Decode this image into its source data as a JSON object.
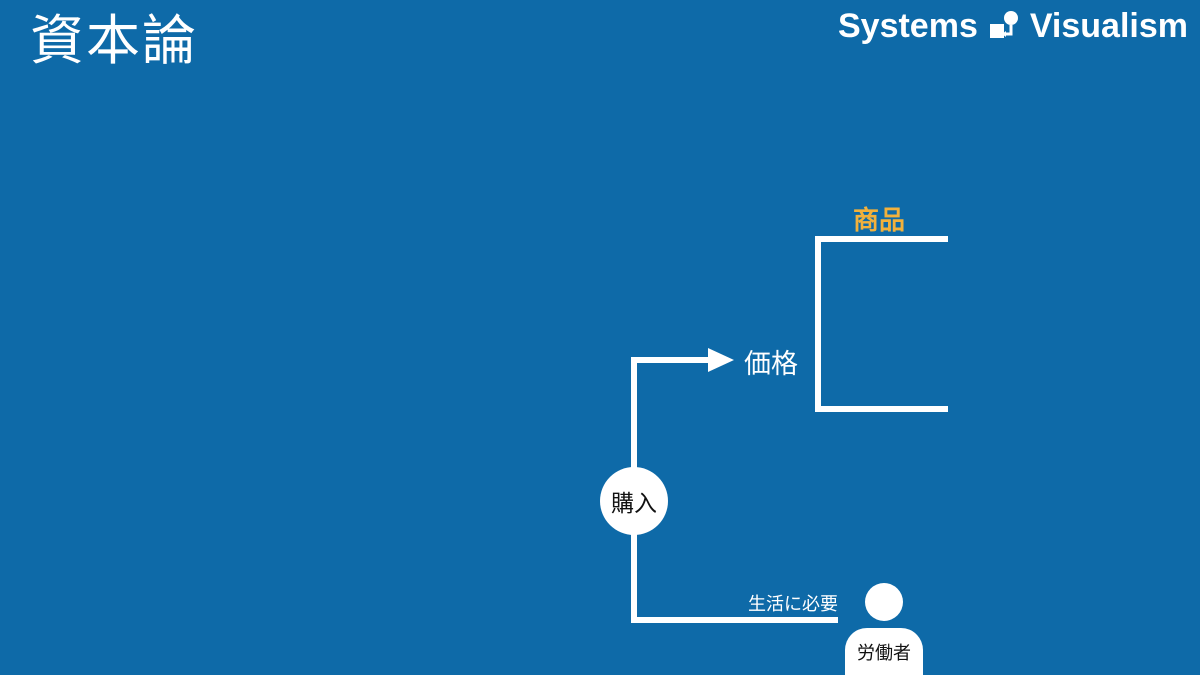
{
  "header": {
    "title": "資本論",
    "brand_left": "Systems",
    "brand_right": "Visualism",
    "brand_logo_icon": "systems-visualism-logo"
  },
  "diagram": {
    "commodity_label": "商品",
    "price_label": "価格",
    "purchase_label": "購入",
    "needs_label": "生活に必要",
    "worker_label": "労働者",
    "worker_icon": "person-icon"
  },
  "colors": {
    "background": "#0e6aa8",
    "line": "#ffffff",
    "accent": "#f2b13c"
  }
}
